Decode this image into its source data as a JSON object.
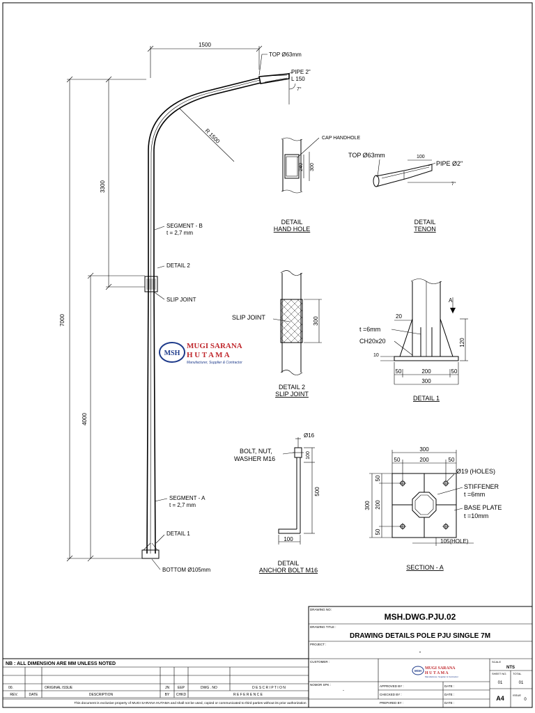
{
  "main_pole": {
    "dim_width": "1500",
    "dim_upper": "3300",
    "dim_total": "7000",
    "dim_lower": "4000",
    "top_label": "TOP Ø63mm",
    "pipe_label_1": "PIPE 2\"",
    "pipe_label_2": "L 150",
    "angle": "7°",
    "radius": "R 1500",
    "segment_b_1": "SEGMENT - B",
    "segment_b_2": "t = 2,7 mm",
    "detail2": "DETAIL 2",
    "slip_joint": "SLIP JOINT",
    "segment_a_1": "SEGMENT - A",
    "segment_a_2": "t = 2,7 mm",
    "detail1": "DETAIL 1",
    "bottom": "BOTTOM Ø105mm"
  },
  "logo": {
    "abbr": "MSH",
    "name_1": "MUGI SARANA",
    "name_2": "H U T A M A",
    "tagline": "Manufacturer, Supplier & Contractor"
  },
  "hand_hole": {
    "cap": "CAP HANDHOLE",
    "dim_240": "240",
    "dim_300": "300",
    "title_1": "DETAIL",
    "title_2": "HAND HOLE"
  },
  "tenon": {
    "top": "TOP Ø63mm",
    "dim_100": "100",
    "pipe": "PIPE Ø2\"",
    "angle": "7°",
    "title_1": "DETAIL",
    "title_2": "TENON"
  },
  "slip": {
    "label": "SLIP JOINT",
    "dim_300": "300",
    "title_1": "DETAIL 2",
    "title_2": "SLIP JOINT"
  },
  "detail1": {
    "a_label": "A",
    "d20": "20",
    "t": "t =6mm",
    "ch": "CH20x20",
    "d10": "10",
    "d120": "120",
    "d50l": "50",
    "d200": "200",
    "d50r": "50",
    "d300": "300",
    "title": "DETAIL 1"
  },
  "anchor": {
    "d16": "Ø16",
    "bolt_1": "BOLT, NUT,",
    "bolt_2": "WASHER M16",
    "d100v": "100",
    "d500": "500",
    "d100h": "100",
    "title_1": "DETAIL",
    "title_2": "ANCHOR BOLT M16"
  },
  "section": {
    "d300t": "300",
    "d50a": "50",
    "d200": "200",
    "d50b": "50",
    "holes": "Ø19 (HOLES)",
    "stiff_1": "STIFFENER",
    "stiff_2": "t =6mm",
    "bp_1": "BASE PLATE",
    "bp_2": "t =10mm",
    "d300l": "300",
    "v50a": "50",
    "v200": "200",
    "v50b": "50",
    "hole105": "105(HOLE)",
    "title": "SECTION  -  A"
  },
  "title_block": {
    "drawing_no_label": "DRAWING NO:",
    "drawing_no": "MSH.DWG.PJU.02",
    "title_label": "DRAWING TITLE :",
    "title": "DRAWING DETAILS POLE PJU SINGLE 7M",
    "project_label": "PROJECT :",
    "project": "-",
    "customer_label": "CUSTOMER :",
    "nomor_label": "NOMOR SPK :",
    "nomor": "-",
    "approved": "APPROVED BY :",
    "checked": "CHECKED BY :",
    "prepared": "PREPARED BY :",
    "date1": "DATE :",
    "date2": "DATE :",
    "date3": "DATE :",
    "scale_label": "SCALE",
    "scale": "NTS",
    "sheet_label": "SHEET NO.",
    "total_label": "TOTAL",
    "sheet": "01",
    "total": "01",
    "size": "A4",
    "issue_label": "ISSUE",
    "issue": "0"
  },
  "revisions": {
    "note": "NB : ALL DIMENSION ARE MM UNLESS NOTED",
    "r0_no": "00.",
    "r0_desc": "ORIGINAL ISSUE",
    "r0_by": "JN",
    "r0_chk": "EEP",
    "dwg_no": "DWG . NO",
    "description": "D E S C R I P T I O N",
    "h_rev": "REV.",
    "h_date": "DATE",
    "h_desc": "DESCRIPTION",
    "h_by": "BY",
    "h_chk": "CHKD",
    "h_ref": "R E F E R E N C E"
  },
  "footer": "This document is exclusive property of MUGI SARANA HUTAMA and shall not be used, copied or communicated to third parties without its prior authorization"
}
